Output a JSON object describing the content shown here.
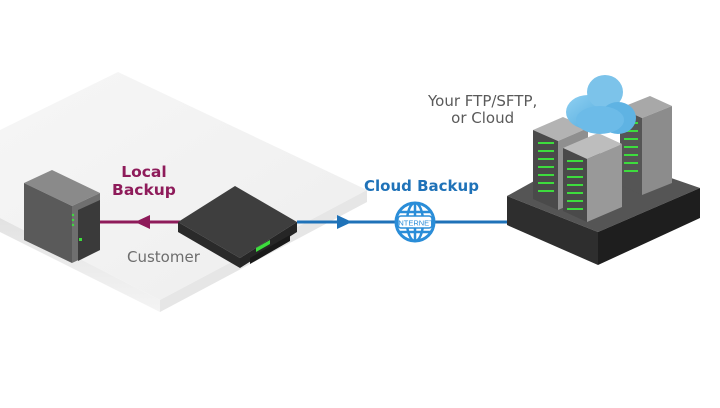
{
  "diagram": {
    "title": "Local and cloud backup topology",
    "labels": {
      "local_backup_line1": "Local",
      "local_backup_line2": "Backup",
      "customer": "Customer",
      "cloud_backup": "Cloud Backup",
      "destination_line1": "Your FTP/SFTP,",
      "destination_line2": "or Cloud",
      "internet": "INTERNET"
    },
    "nodes": [
      {
        "id": "local-storage",
        "type": "nas-server",
        "zone": "Customer"
      },
      {
        "id": "backup-appliance",
        "type": "network-appliance",
        "zone": "Customer"
      },
      {
        "id": "internet",
        "type": "globe",
        "label": "INTERNET"
      },
      {
        "id": "remote-datacenter",
        "type": "server-rack-cluster-with-cloud",
        "label": "Your FTP/SFTP, or Cloud"
      }
    ],
    "edges": [
      {
        "from": "backup-appliance",
        "to": "local-storage",
        "label": "Local Backup",
        "color": "#8e1b5a"
      },
      {
        "from": "backup-appliance",
        "to": "remote-datacenter",
        "via": "internet",
        "label": "Cloud Backup",
        "color": "#1f72b8"
      }
    ],
    "colors": {
      "local_accent": "#8e1b5a",
      "cloud_accent": "#1f72b8",
      "led_green": "#3ddc3d",
      "cloud_icon": "#7cc3ea"
    }
  }
}
